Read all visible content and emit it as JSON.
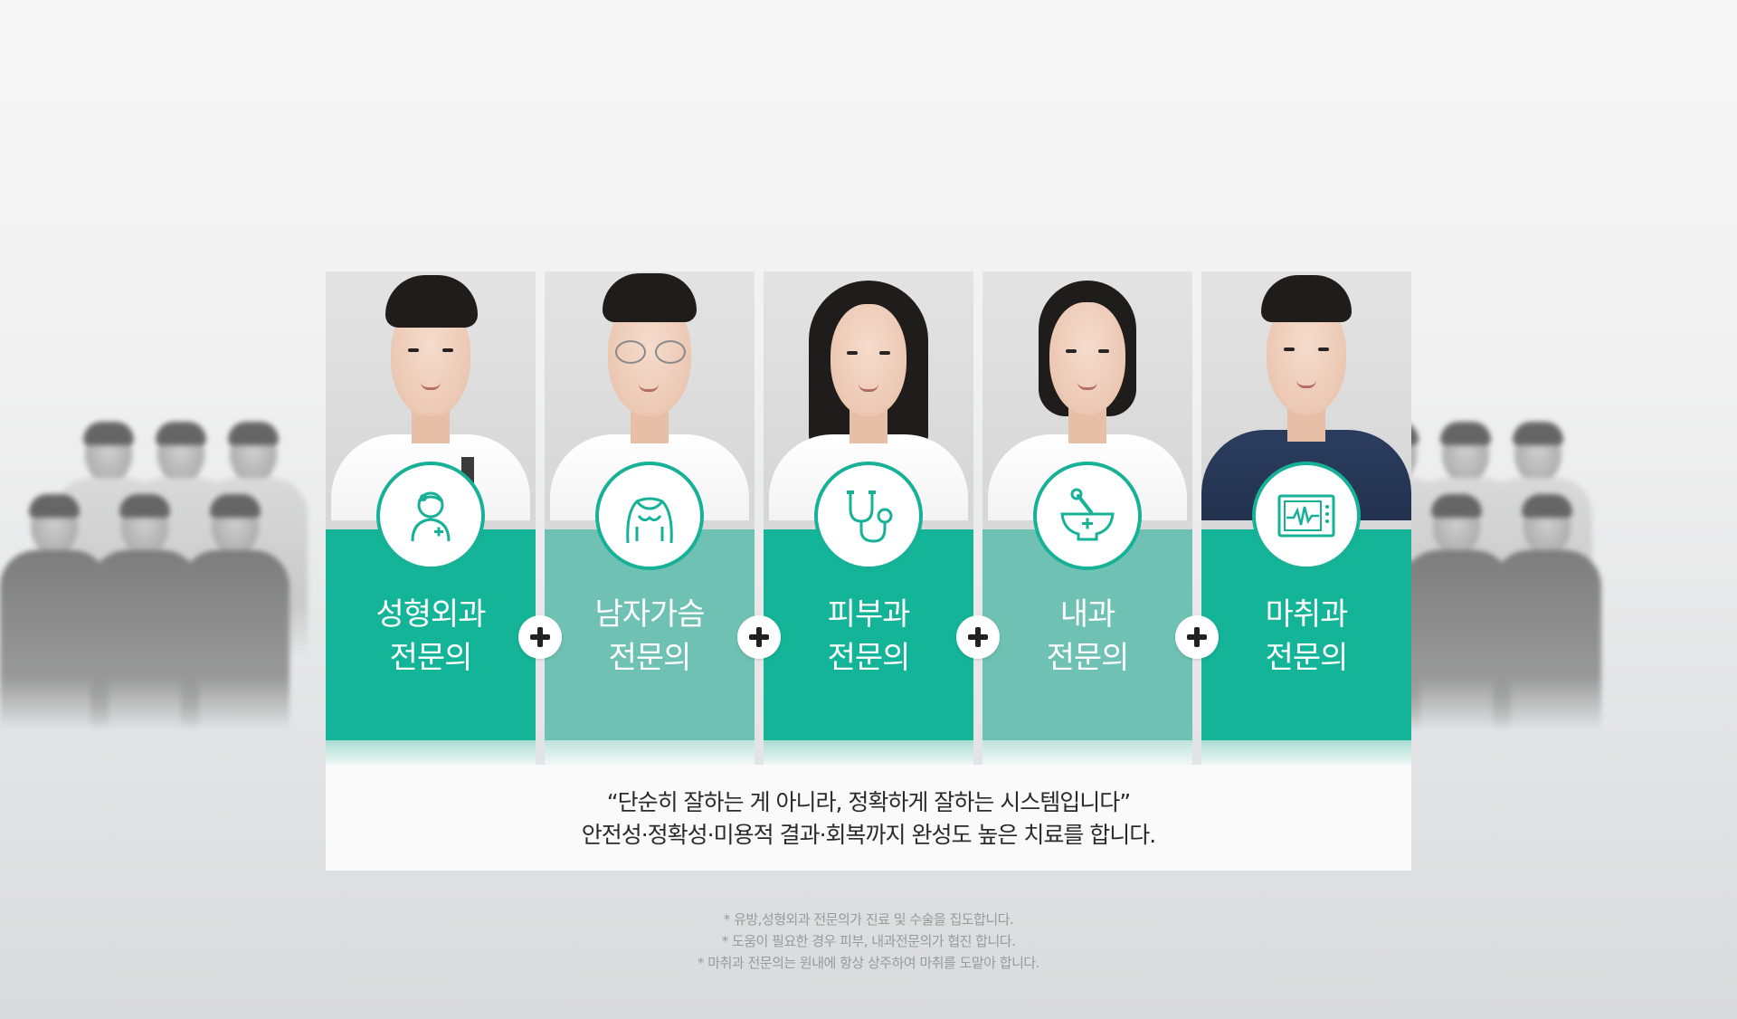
{
  "specialists": [
    {
      "line1": "성형외과",
      "line2": "전문의",
      "icon": "doctor-icon",
      "tone": "dark"
    },
    {
      "line1": "남자가슴",
      "line2": "전문의",
      "icon": "male-chest-icon",
      "tone": "light"
    },
    {
      "line1": "피부과",
      "line2": "전문의",
      "icon": "stethoscope-icon",
      "tone": "dark"
    },
    {
      "line1": "내과",
      "line2": "전문의",
      "icon": "mortar-pestle-icon",
      "tone": "light"
    },
    {
      "line1": "마취과",
      "line2": "전문의",
      "icon": "heart-monitor-icon",
      "tone": "dark"
    }
  ],
  "statement": {
    "line1": "“단순히 잘하는 게 아니라, 정확하게 잘하는 시스템입니다”",
    "line2": "안전성·정확성·미용적 결과·회복까지 완성도 높은 치료를 합니다."
  },
  "notes": [
    "* 유방,성형외과 전문의가 진료 및 수술을 집도합니다.",
    "* 도움이 필요한 경우 피부, 내과전문의가 협진 합니다.",
    "* 마취과 전문의는 원내에 항상 상주하여 마취를 도맡아 합니다."
  ],
  "colors": {
    "accent_dark": "#14b498",
    "accent_light": "#6fc1b3",
    "badge_stroke": "#16b196"
  }
}
